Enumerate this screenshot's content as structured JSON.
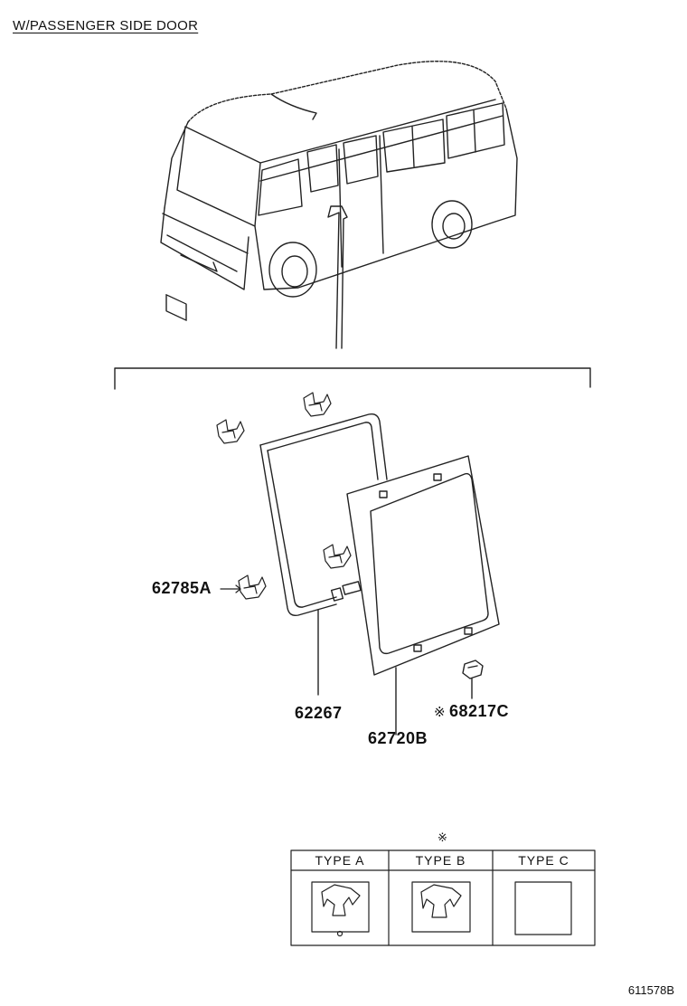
{
  "heading": "W/PASSENGER SIDE DOOR",
  "parts": {
    "clip": "62785A",
    "weatherstrip": "62267",
    "glass": "62720B",
    "bolt": "68217C",
    "bolt_note_mark": "※"
  },
  "legend": {
    "note_mark": "※",
    "types": [
      {
        "label": "TYPE A"
      },
      {
        "label": "TYPE B"
      },
      {
        "label": "TYPE C"
      }
    ]
  },
  "footer_code": "611578B"
}
